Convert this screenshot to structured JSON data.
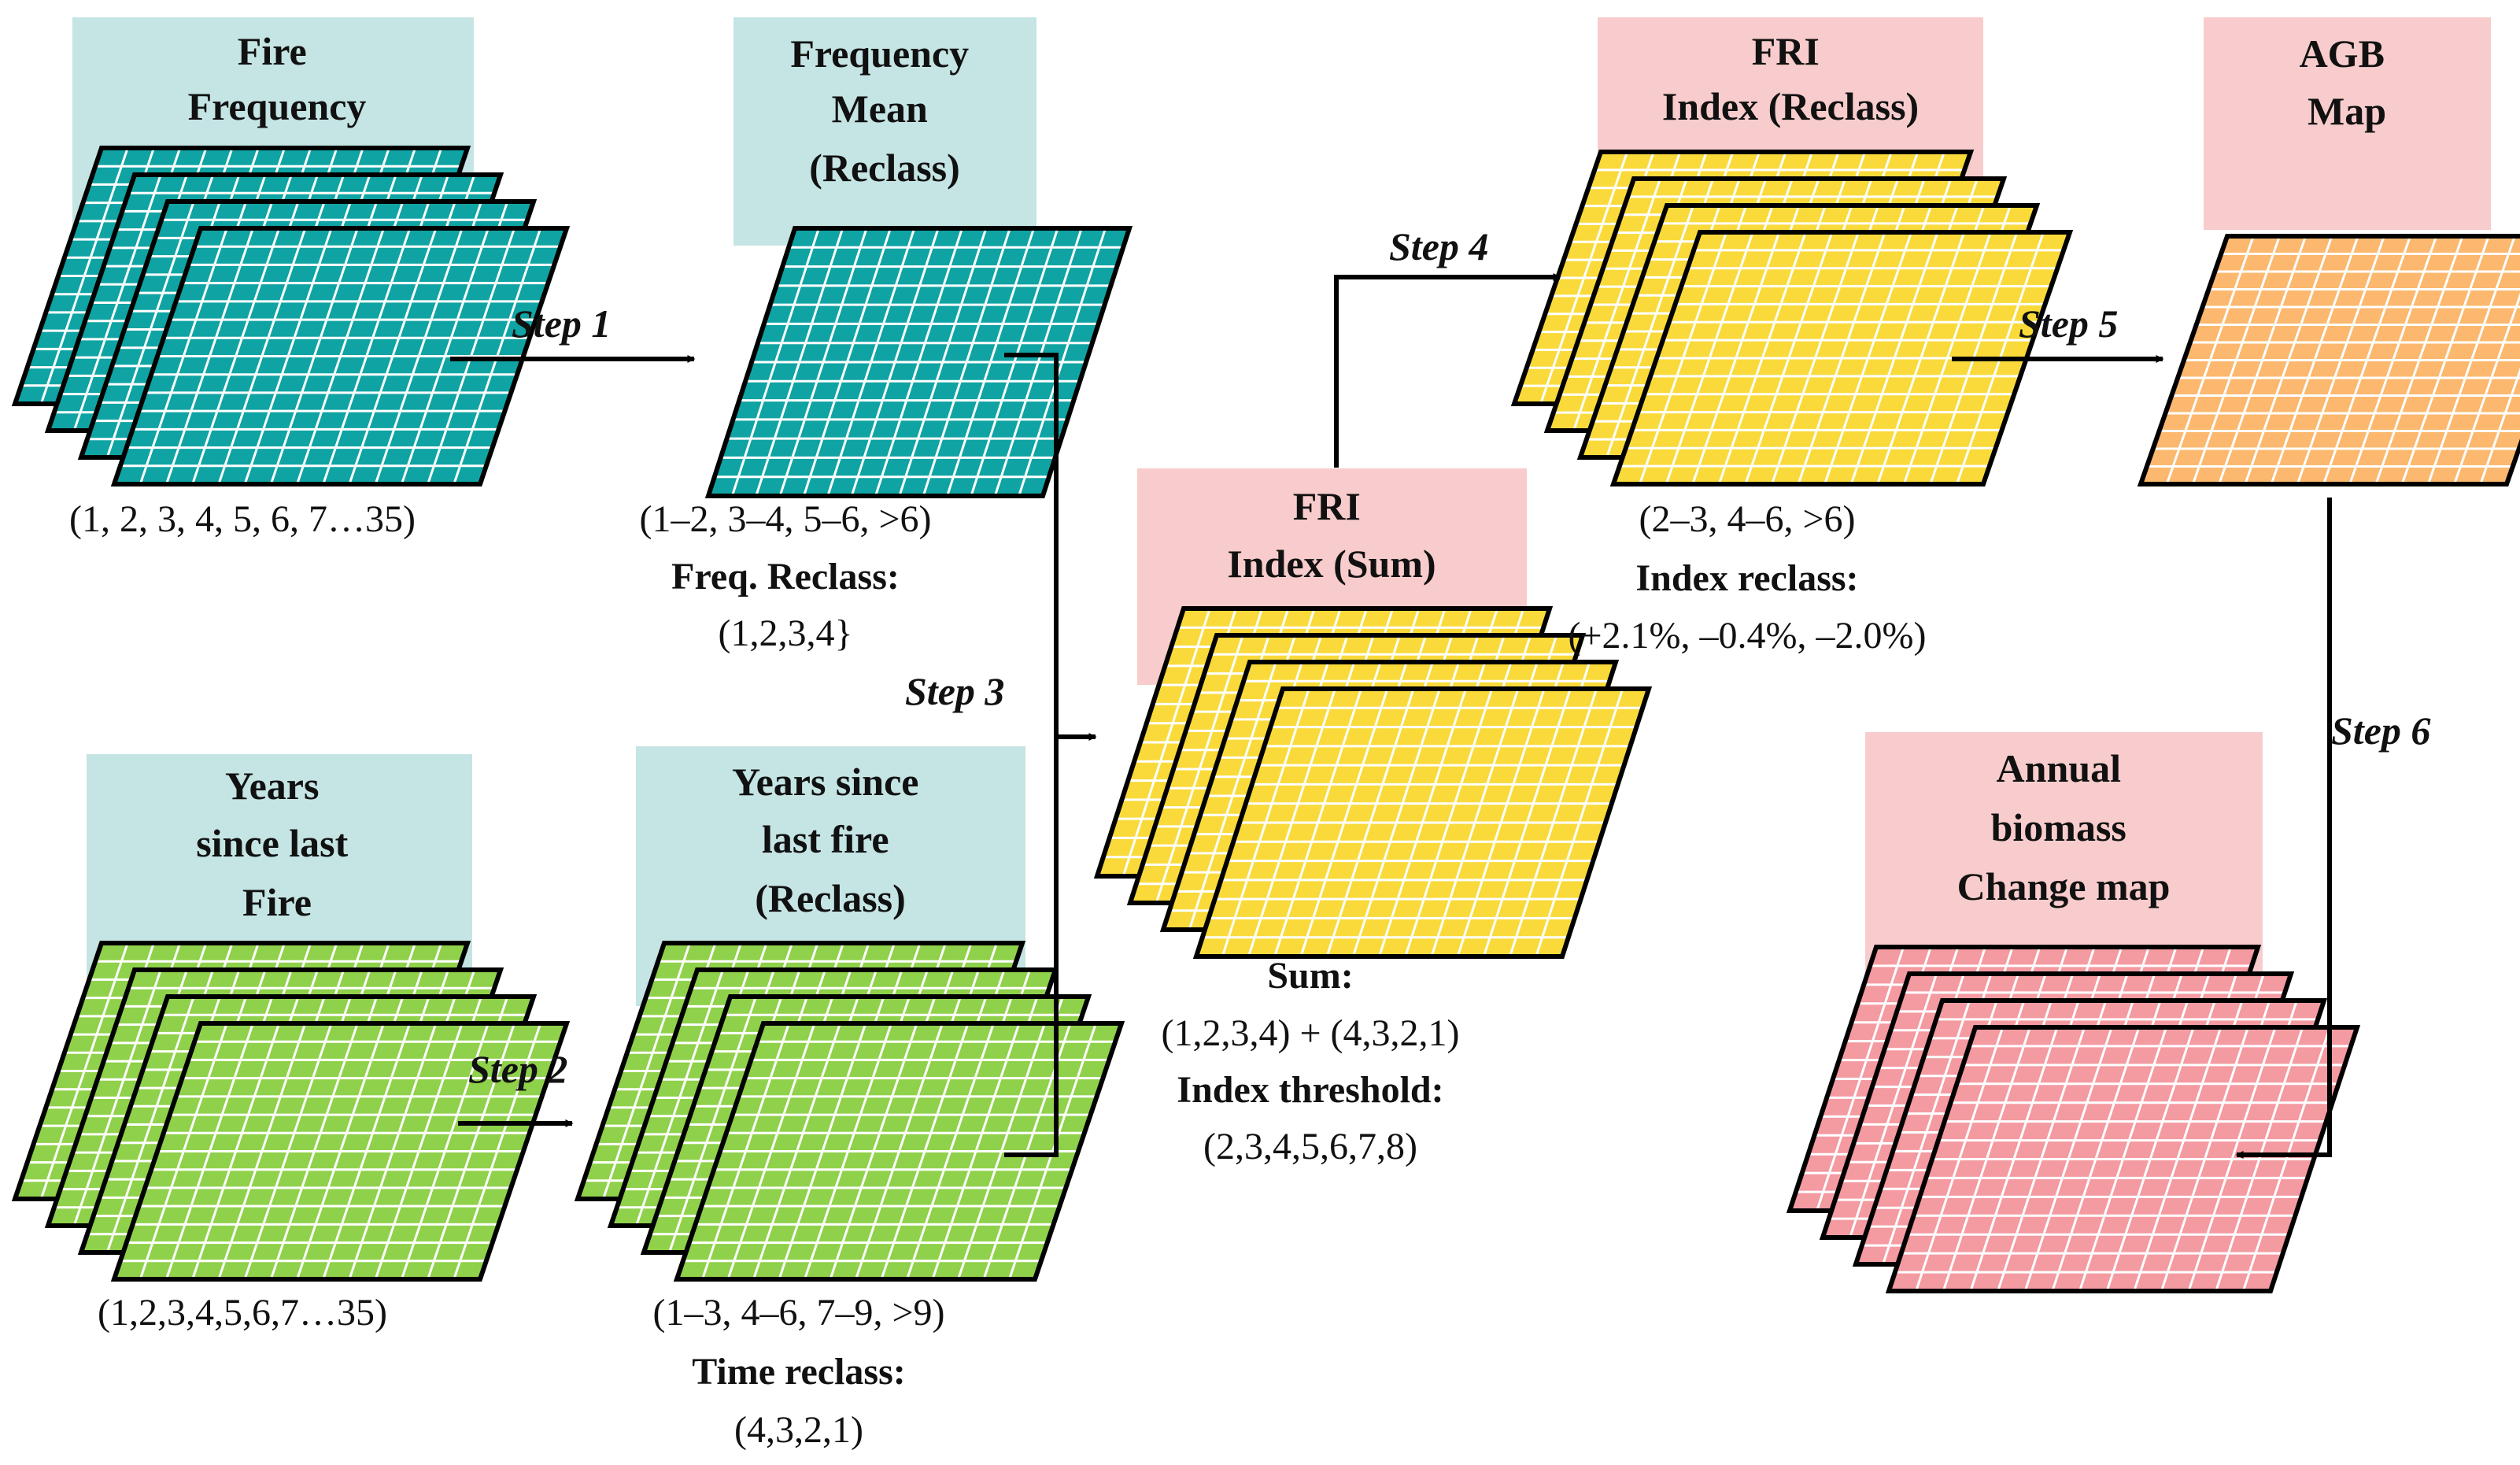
{
  "colors": {
    "teal_title_bg": "#c5e4e4",
    "pink_title_bg": "#f8cccc",
    "teal_layer": "#10a3a3",
    "green_layer": "#8fd14a",
    "yellow_layer": "#f9da3a",
    "orange_layer": "#fbb86e",
    "pink_layer": "#f49aa1",
    "grid_line": "#ffffff",
    "outline": "#000000"
  },
  "nodes": {
    "fire_frequency": {
      "title": [
        "Fire",
        "Frequency"
      ],
      "captions": [
        "(1, 2, 3, 4, 5, 6, 7…35)"
      ]
    },
    "frequency_mean": {
      "title": [
        "Frequency",
        "Mean",
        "(Reclass)"
      ],
      "captions": [
        "(1–2, 3–4, 5–6, >6)",
        "Freq. Reclass:",
        "(1,2,3,4}"
      ]
    },
    "years_since_last_fire": {
      "title": [
        "Years",
        "since last",
        "Fire"
      ],
      "captions": [
        "(1,2,3,4,5,6,7…35)"
      ]
    },
    "years_since_last_fire_reclass": {
      "title": [
        "Years since",
        "last fire",
        "(Reclass)"
      ],
      "captions": [
        "(1–3, 4–6, 7–9, >9)",
        "Time reclass:",
        "(4,3,2,1)"
      ]
    },
    "fri_index_sum": {
      "title": [
        "FRI",
        "Index (Sum)"
      ],
      "captions": [
        "Sum:",
        "(1,2,3,4) + (4,3,2,1)",
        "Index threshold:",
        "(2,3,4,5,6,7,8)"
      ]
    },
    "fri_index_reclass": {
      "title": [
        "FRI",
        "Index (Reclass)"
      ],
      "captions": [
        "(2–3, 4–6, >6)",
        "Index reclass:",
        "(+2.1%, –0.4%, –2.0%)"
      ]
    },
    "agb_map": {
      "title": [
        "AGB",
        "Map"
      ],
      "captions": []
    },
    "annual_biomass_change_map": {
      "title": [
        "Annual",
        "biomass",
        "Change map"
      ],
      "captions": []
    }
  },
  "steps": [
    "Step 1",
    "Step 2",
    "Step 3",
    "Step 4",
    "Step 5",
    "Step 6"
  ]
}
